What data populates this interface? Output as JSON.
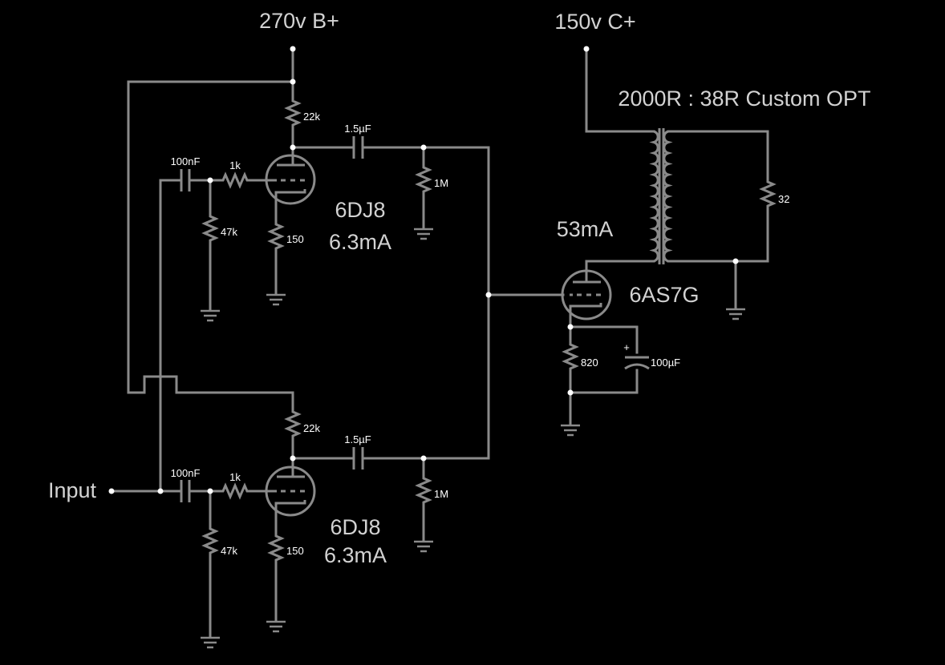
{
  "supplies": {
    "b_plus": "270v B+",
    "c_plus": "150v C+"
  },
  "transformer": {
    "label": "2000R : 38R Custom OPT",
    "load_resistor": "32"
  },
  "stage1": {
    "anode_resistor": "22k",
    "coupling_cap": "1.5µF",
    "grid_leak": "1M",
    "input_cap": "100nF",
    "grid_stopper": "1k",
    "grid_resistor": "47k",
    "cathode_resistor": "150",
    "tube": "6DJ8",
    "current": "6.3mA"
  },
  "stage2": {
    "anode_resistor": "22k",
    "coupling_cap": "1.5µF",
    "grid_leak": "1M",
    "input_cap": "100nF",
    "grid_stopper": "1k",
    "grid_resistor": "47k",
    "cathode_resistor": "150",
    "tube": "6DJ8",
    "current": "6.3mA"
  },
  "output_stage": {
    "tube": "6AS7G",
    "current": "53mA",
    "cathode_resistor": "820",
    "bypass_cap": "100µF",
    "cap_polarity": "+"
  },
  "input_label": "Input"
}
